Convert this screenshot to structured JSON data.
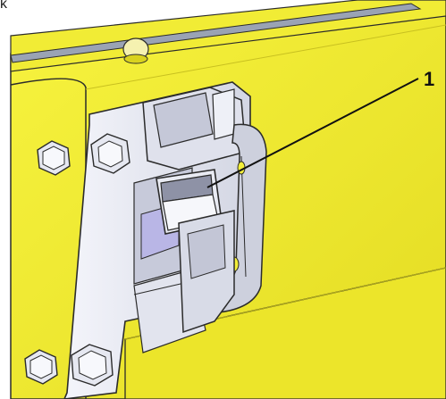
{
  "corner_text": "k",
  "callouts": [
    {
      "number": "1",
      "target": "latch-hook"
    }
  ],
  "colors": {
    "housing_yellow": "#f3ef3a",
    "housing_yellow_dark": "#d9d21f",
    "metal_light": "#eceef6",
    "metal_mid": "#c9ccd9",
    "metal_dark": "#8e92a6",
    "rail_gray": "#9aa3b4",
    "outline": "#2b2b2b"
  }
}
